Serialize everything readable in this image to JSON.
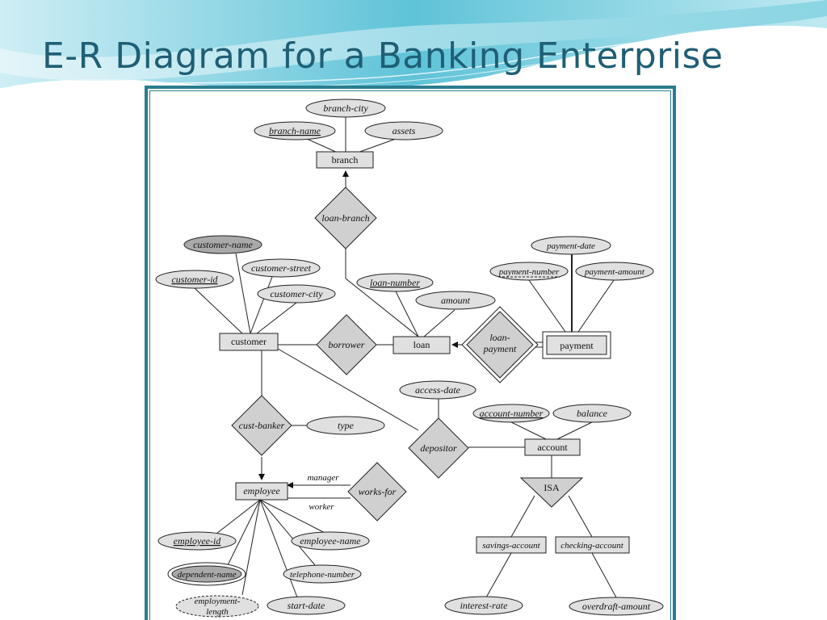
{
  "title": "E-R Diagram for a Banking Enterprise",
  "diagram": {
    "entities": {
      "branch": "branch",
      "customer": "customer",
      "loan": "loan",
      "payment": "payment",
      "employee": "employee",
      "account": "account",
      "savings_account": "savings-account",
      "checking_account": "checking-account"
    },
    "relationships": {
      "loan_branch": "loan-branch",
      "borrower": "borrower",
      "loan_payment_1": "loan-",
      "loan_payment_2": "payment",
      "cust_banker": "cust-banker",
      "works_for": "works-for",
      "depositor": "depositor",
      "isa": "ISA"
    },
    "attributes": {
      "branch_city": "branch-city",
      "branch_name": "branch-name",
      "assets": "assets",
      "customer_name": "customer-name",
      "customer_street": "customer-street",
      "customer_id": "customer-id",
      "customer_city": "customer-city",
      "loan_number": "loan-number",
      "amount": "amount",
      "payment_date": "payment-date",
      "payment_number": "payment-number",
      "payment_amount": "payment-amount",
      "type": "type",
      "access_date": "access-date",
      "account_number": "account-number",
      "balance": "balance",
      "employee_id": "employee-id",
      "employee_name": "employee-name",
      "dependent_name": "dependent-name",
      "telephone_number": "telephone-number",
      "employment_length_1": "employment-",
      "employment_length_2": "length",
      "start_date": "start-date",
      "interest_rate": "interest-rate",
      "overdraft_amount": "overdraft-amount"
    },
    "roles": {
      "manager": "manager",
      "worker": "worker"
    }
  }
}
